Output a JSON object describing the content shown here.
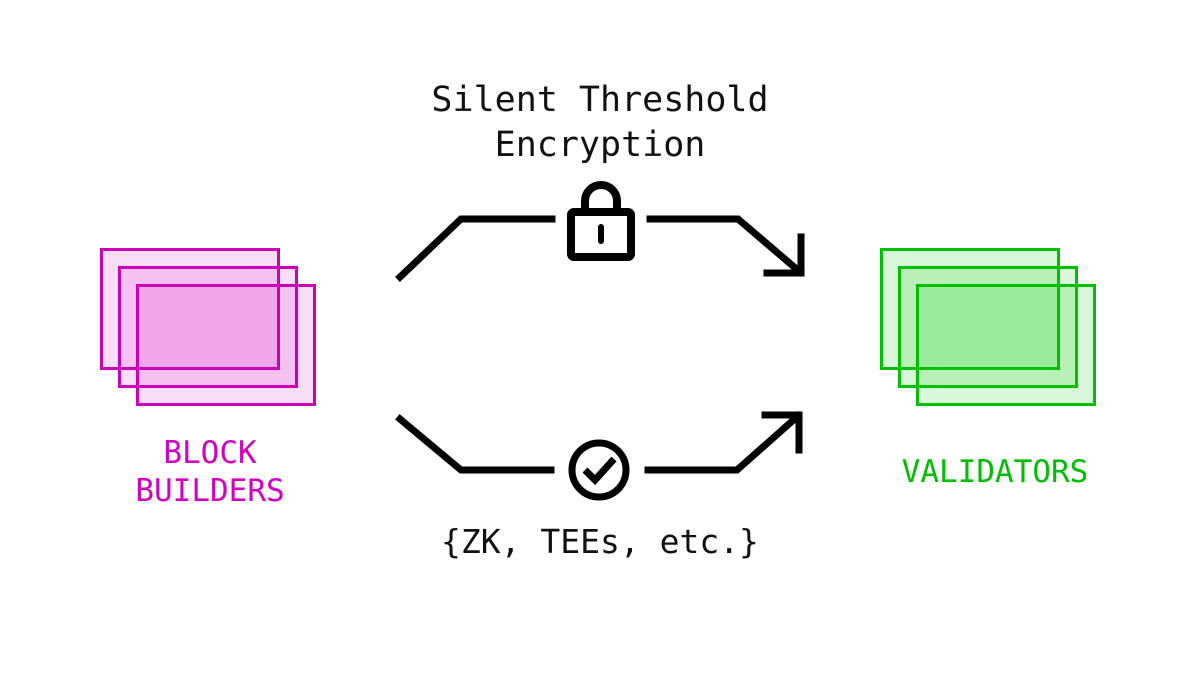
{
  "diagram": {
    "title": "Silent Threshold\nEncryption",
    "caption": "{ZK, TEEs, etc.}",
    "background_color": "#ffffff",
    "text_color": "#111111",
    "stroke_color": "#000000",
    "left_stack": {
      "label": "BLOCK\nBUILDERS",
      "color": "#cc00b8",
      "fill": "rgba(214,0,192,0.13)",
      "card_count": 3
    },
    "right_stack": {
      "label": "VALIDATORS",
      "color": "#00c000",
      "fill": "rgba(0,200,0,0.15)",
      "card_count": 3
    },
    "flows": [
      {
        "name": "top-flow",
        "icon": "lock-icon",
        "label": "Silent Threshold Encryption",
        "direction": "left-to-right"
      },
      {
        "name": "bottom-flow",
        "icon": "check-circle-icon",
        "label": "{ZK, TEEs, etc.}",
        "direction": "left-to-right"
      }
    ]
  }
}
